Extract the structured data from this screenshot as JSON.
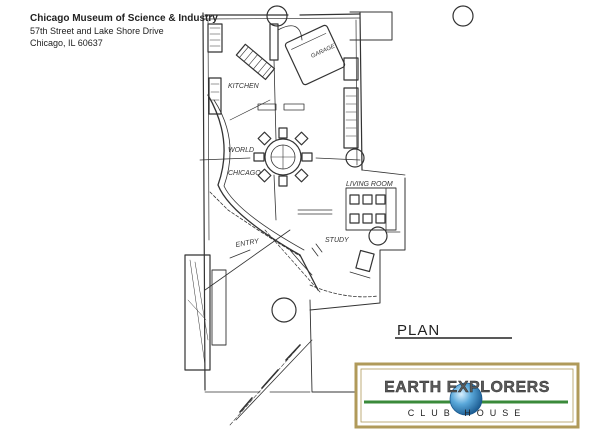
{
  "address": {
    "name": "Chicago Museum of Science & Industry",
    "street": "57th Street and Lake Shore Drive",
    "city": "Chicago, IL 60637"
  },
  "labels": {
    "kitchen": "KITCHEN",
    "world": "WORLD",
    "chicago": "CHICAGO",
    "living_room": "LIVING ROOM",
    "study": "STUDY",
    "entry": "ENTRY",
    "garage": "GARAGE",
    "plan": "PLAN"
  },
  "logo": {
    "title": "EARTH EXPLORERS",
    "subtitle": "CLUB HOUSE"
  },
  "colors": {
    "ink": "#333333",
    "logo_border": "#b09a5a",
    "logo_green": "#3a8a3a",
    "globe": "#2a7ab0"
  }
}
